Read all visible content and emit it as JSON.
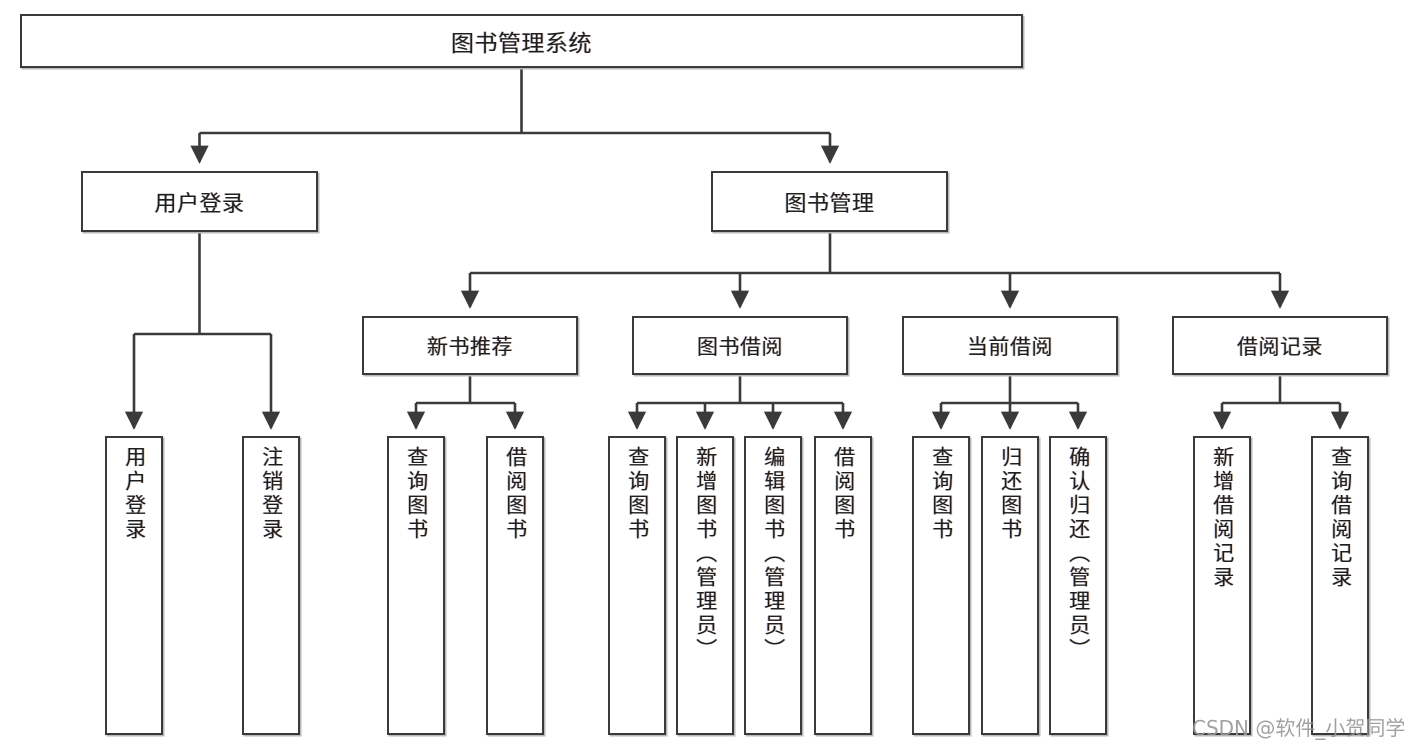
{
  "diagram": {
    "title": "图书管理系统",
    "type": "tree-hierarchy",
    "orientation": "top-down",
    "colors": {
      "background": "#ffffff",
      "node_border": "#3a3a3a",
      "node_fill": "#ffffff",
      "edge": "#3a3a3a",
      "shadow": "#b9b9b9",
      "watermark": "#9a9a9a"
    }
  },
  "root": {
    "label": "图书管理系统"
  },
  "level2": [
    {
      "label": "用户登录"
    },
    {
      "label": "图书管理"
    }
  ],
  "level3": [
    {
      "label": "新书推荐"
    },
    {
      "label": "图书借阅"
    },
    {
      "label": "当前借阅"
    },
    {
      "label": "借阅记录"
    }
  ],
  "leaves": {
    "user_login": [
      {
        "label": "用户登录"
      },
      {
        "label": "注销登录"
      }
    ],
    "new_book_recommend": [
      {
        "label": "查询图书"
      },
      {
        "label": "借阅图书"
      }
    ],
    "book_borrow": [
      {
        "label": "查询图书"
      },
      {
        "label": "新增图书（管理员）"
      },
      {
        "label": "编辑图书（管理员）"
      },
      {
        "label": "借阅图书"
      }
    ],
    "current_borrow": [
      {
        "label": "查询图书"
      },
      {
        "label": "归还图书"
      },
      {
        "label": "确认归还（管理员）"
      }
    ],
    "borrow_record": [
      {
        "label": "新增借阅记录"
      },
      {
        "label": "查询借阅记录"
      }
    ]
  },
  "watermark": {
    "text": "CSDN @软件_小贺同学"
  }
}
